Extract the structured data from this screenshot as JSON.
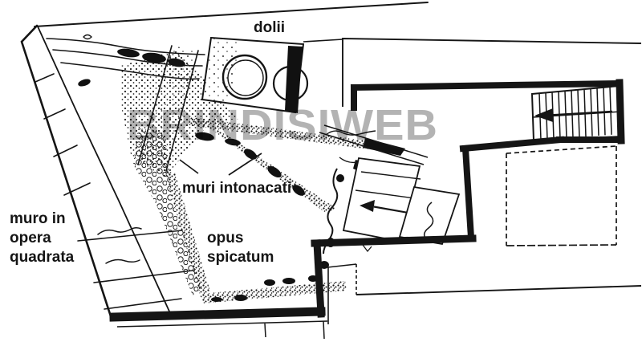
{
  "plan": {
    "labels": {
      "dolii": "dolii",
      "muri_intonacati": "muri intonacati",
      "opus_line1": "opus",
      "opus_line2": "spicatum",
      "muro_line1": "muro in",
      "muro_line2": "opera",
      "muro_line3": "quadrata"
    },
    "watermark": {
      "text": "BRINDISIWEB",
      "color": "#b3b3b3"
    },
    "colors": {
      "ink": "#151515",
      "background": "#ffffff"
    }
  }
}
